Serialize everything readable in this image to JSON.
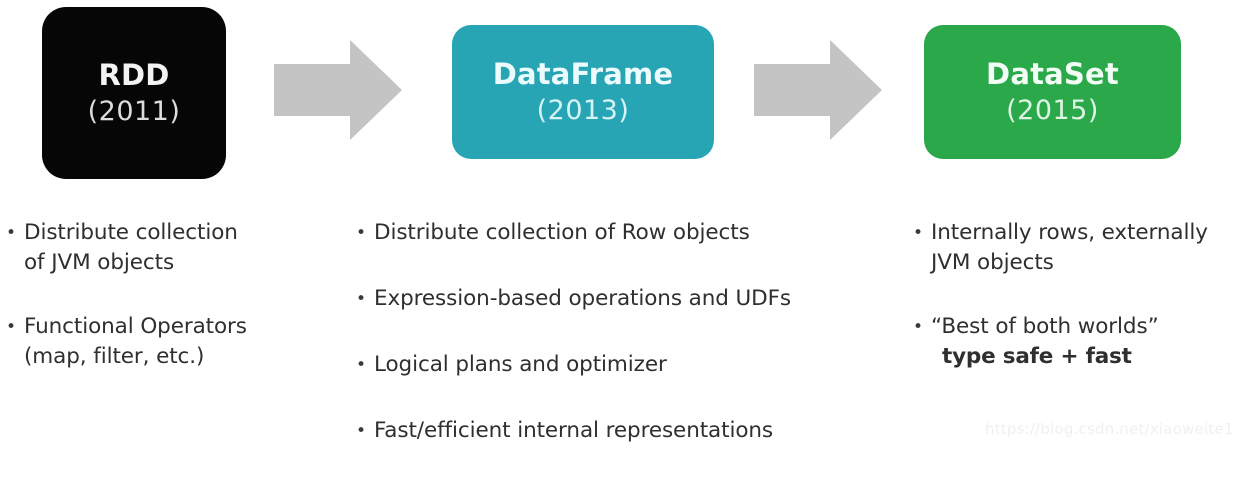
{
  "page": {
    "background_color": "#ffffff",
    "watermark": "https://blog.csdn.net/xiaoweite1"
  },
  "stages": [
    {
      "id": "rdd",
      "title": "RDD",
      "year": "(2011)",
      "box_color": "#060606",
      "title_color": "#f3f3f3"
    },
    {
      "id": "dataframe",
      "title": "DataFrame",
      "year": "(2013)",
      "box_color": "#27a5b5",
      "title_color": "#ecfbfd"
    },
    {
      "id": "dataset",
      "title": "DataSet",
      "year": "(2015)",
      "box_color": "#2ba84a",
      "title_color": "#f2fdf5"
    }
  ],
  "arrows": [
    {
      "id": "arrow-rdd-to-dataframe",
      "color": "#c4c4c4",
      "direction": "right"
    },
    {
      "id": "arrow-dataframe-to-dataset",
      "color": "#c4c4c4",
      "direction": "right"
    }
  ],
  "columns": {
    "rdd": {
      "bullet_glyph": "•",
      "items": [
        {
          "line1": "Distribute collection",
          "line2": "of JVM objects",
          "bold": ""
        },
        {
          "line1": "Functional Operators",
          "line2": "(map, filter, etc.)",
          "bold": ""
        }
      ]
    },
    "dataframe": {
      "bullet_glyph": "•",
      "items": [
        {
          "line1": "Distribute collection of Row objects",
          "line2": "",
          "bold": ""
        },
        {
          "line1": "Expression-based operations and UDFs",
          "line2": "",
          "bold": ""
        },
        {
          "line1": "Logical plans and optimizer",
          "line2": "",
          "bold": ""
        },
        {
          "line1": "Fast/efficient internal representations",
          "line2": "",
          "bold": ""
        }
      ]
    },
    "dataset": {
      "bullet_glyph": "•",
      "items": [
        {
          "line1": "Internally rows, externally",
          "line2": "JVM objects",
          "bold": ""
        },
        {
          "line1": "“Best of both worlds”",
          "line2": "",
          "bold": "type safe + fast"
        }
      ]
    }
  }
}
